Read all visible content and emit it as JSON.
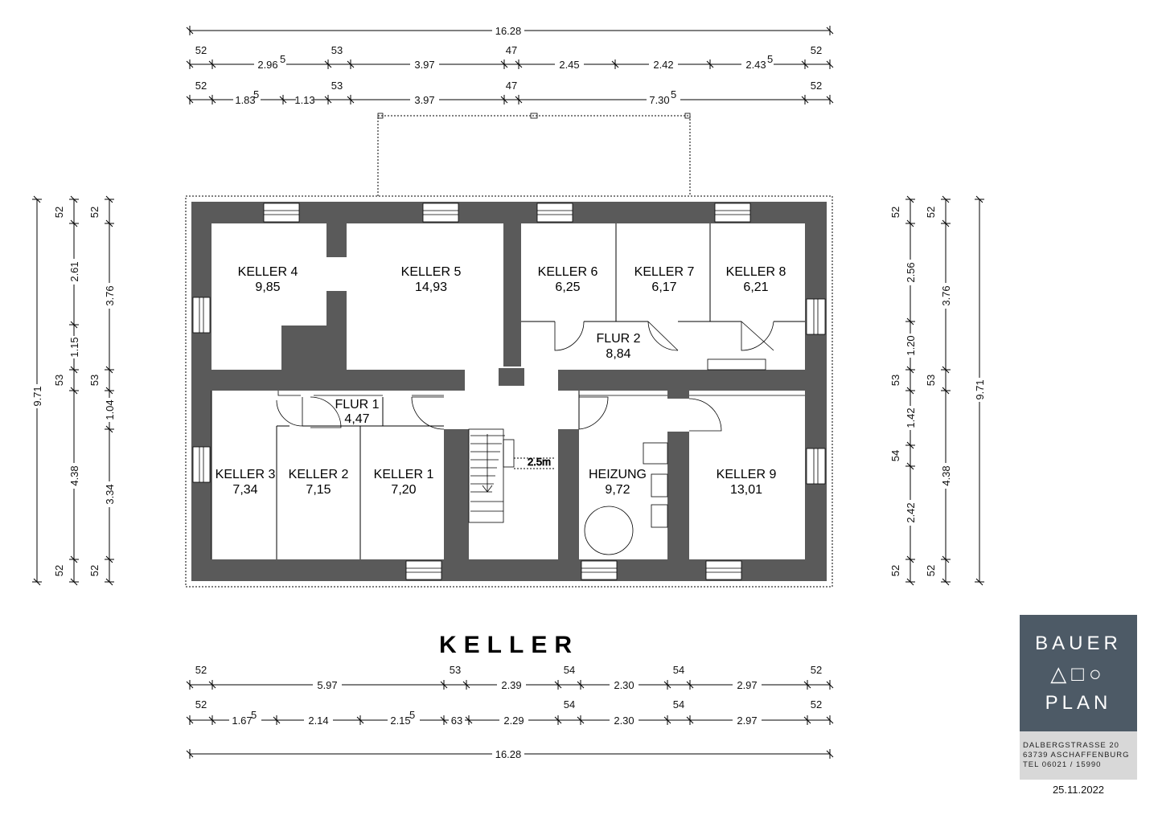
{
  "title": "KELLER",
  "rooms": [
    {
      "name": "KELLER 4",
      "area": "9,85"
    },
    {
      "name": "KELLER 5",
      "area": "14,93"
    },
    {
      "name": "KELLER 6",
      "area": "6,25"
    },
    {
      "name": "KELLER 7",
      "area": "6,17"
    },
    {
      "name": "KELLER 8",
      "area": "6,21"
    },
    {
      "name": "FLUR 2",
      "area": "8,84"
    },
    {
      "name": "FLUR 1",
      "area": "4,47"
    },
    {
      "name": "KELLER 3",
      "area": "7,34"
    },
    {
      "name": "KELLER 2",
      "area": "7,15"
    },
    {
      "name": "KELLER 1",
      "area": "7,20"
    },
    {
      "name": "HEIZUNG",
      "area": "9,72"
    },
    {
      "name": "KELLER 9",
      "area": "13,01"
    }
  ],
  "dimensions": {
    "top_total": "16.28",
    "top_row1": [
      "52",
      "2.96",
      "5",
      "53",
      "3.97",
      "47",
      "2.45",
      "2.42",
      "2.43",
      "5",
      "52"
    ],
    "top_row2": [
      "52",
      "1.83",
      "5",
      "1.13",
      "53",
      "3.97",
      "47",
      "7.30",
      "5",
      "52"
    ],
    "bottom_row1": [
      "52",
      "5.97",
      "53",
      "2.39",
      "54",
      "2.30",
      "54",
      "2.97",
      "52"
    ],
    "bottom_row2": [
      "52",
      "1.67",
      "5",
      "2.14",
      "2.15",
      "5",
      "63",
      "2.29",
      "54",
      "2.30",
      "54",
      "2.97",
      "52"
    ],
    "bottom_total": "16.28",
    "left_outer": "9.71",
    "left_mid": [
      "52",
      "2.61",
      "1.15",
      "53",
      "4.38",
      "52"
    ],
    "left_inner": [
      "52",
      "3.76",
      "53",
      "1.04",
      "3.34",
      "52"
    ],
    "right_inner": [
      "52",
      "2.56",
      "1.20",
      "53",
      "1.42",
      "54",
      "2.42",
      "52"
    ],
    "right_mid": [
      "52",
      "3.76",
      "53",
      "4.38",
      "52"
    ],
    "right_outer": "9.71",
    "stair_note": "2.5m"
  },
  "logo": {
    "line1": "BAUER",
    "symbols": "△□○",
    "line2": "PLAN",
    "address1": "DALBERGSTRASSE 20",
    "address2": "63739 ASCHAFFENBURG",
    "phone": "TEL   06021 / 15990"
  },
  "date": "25.11.2022"
}
